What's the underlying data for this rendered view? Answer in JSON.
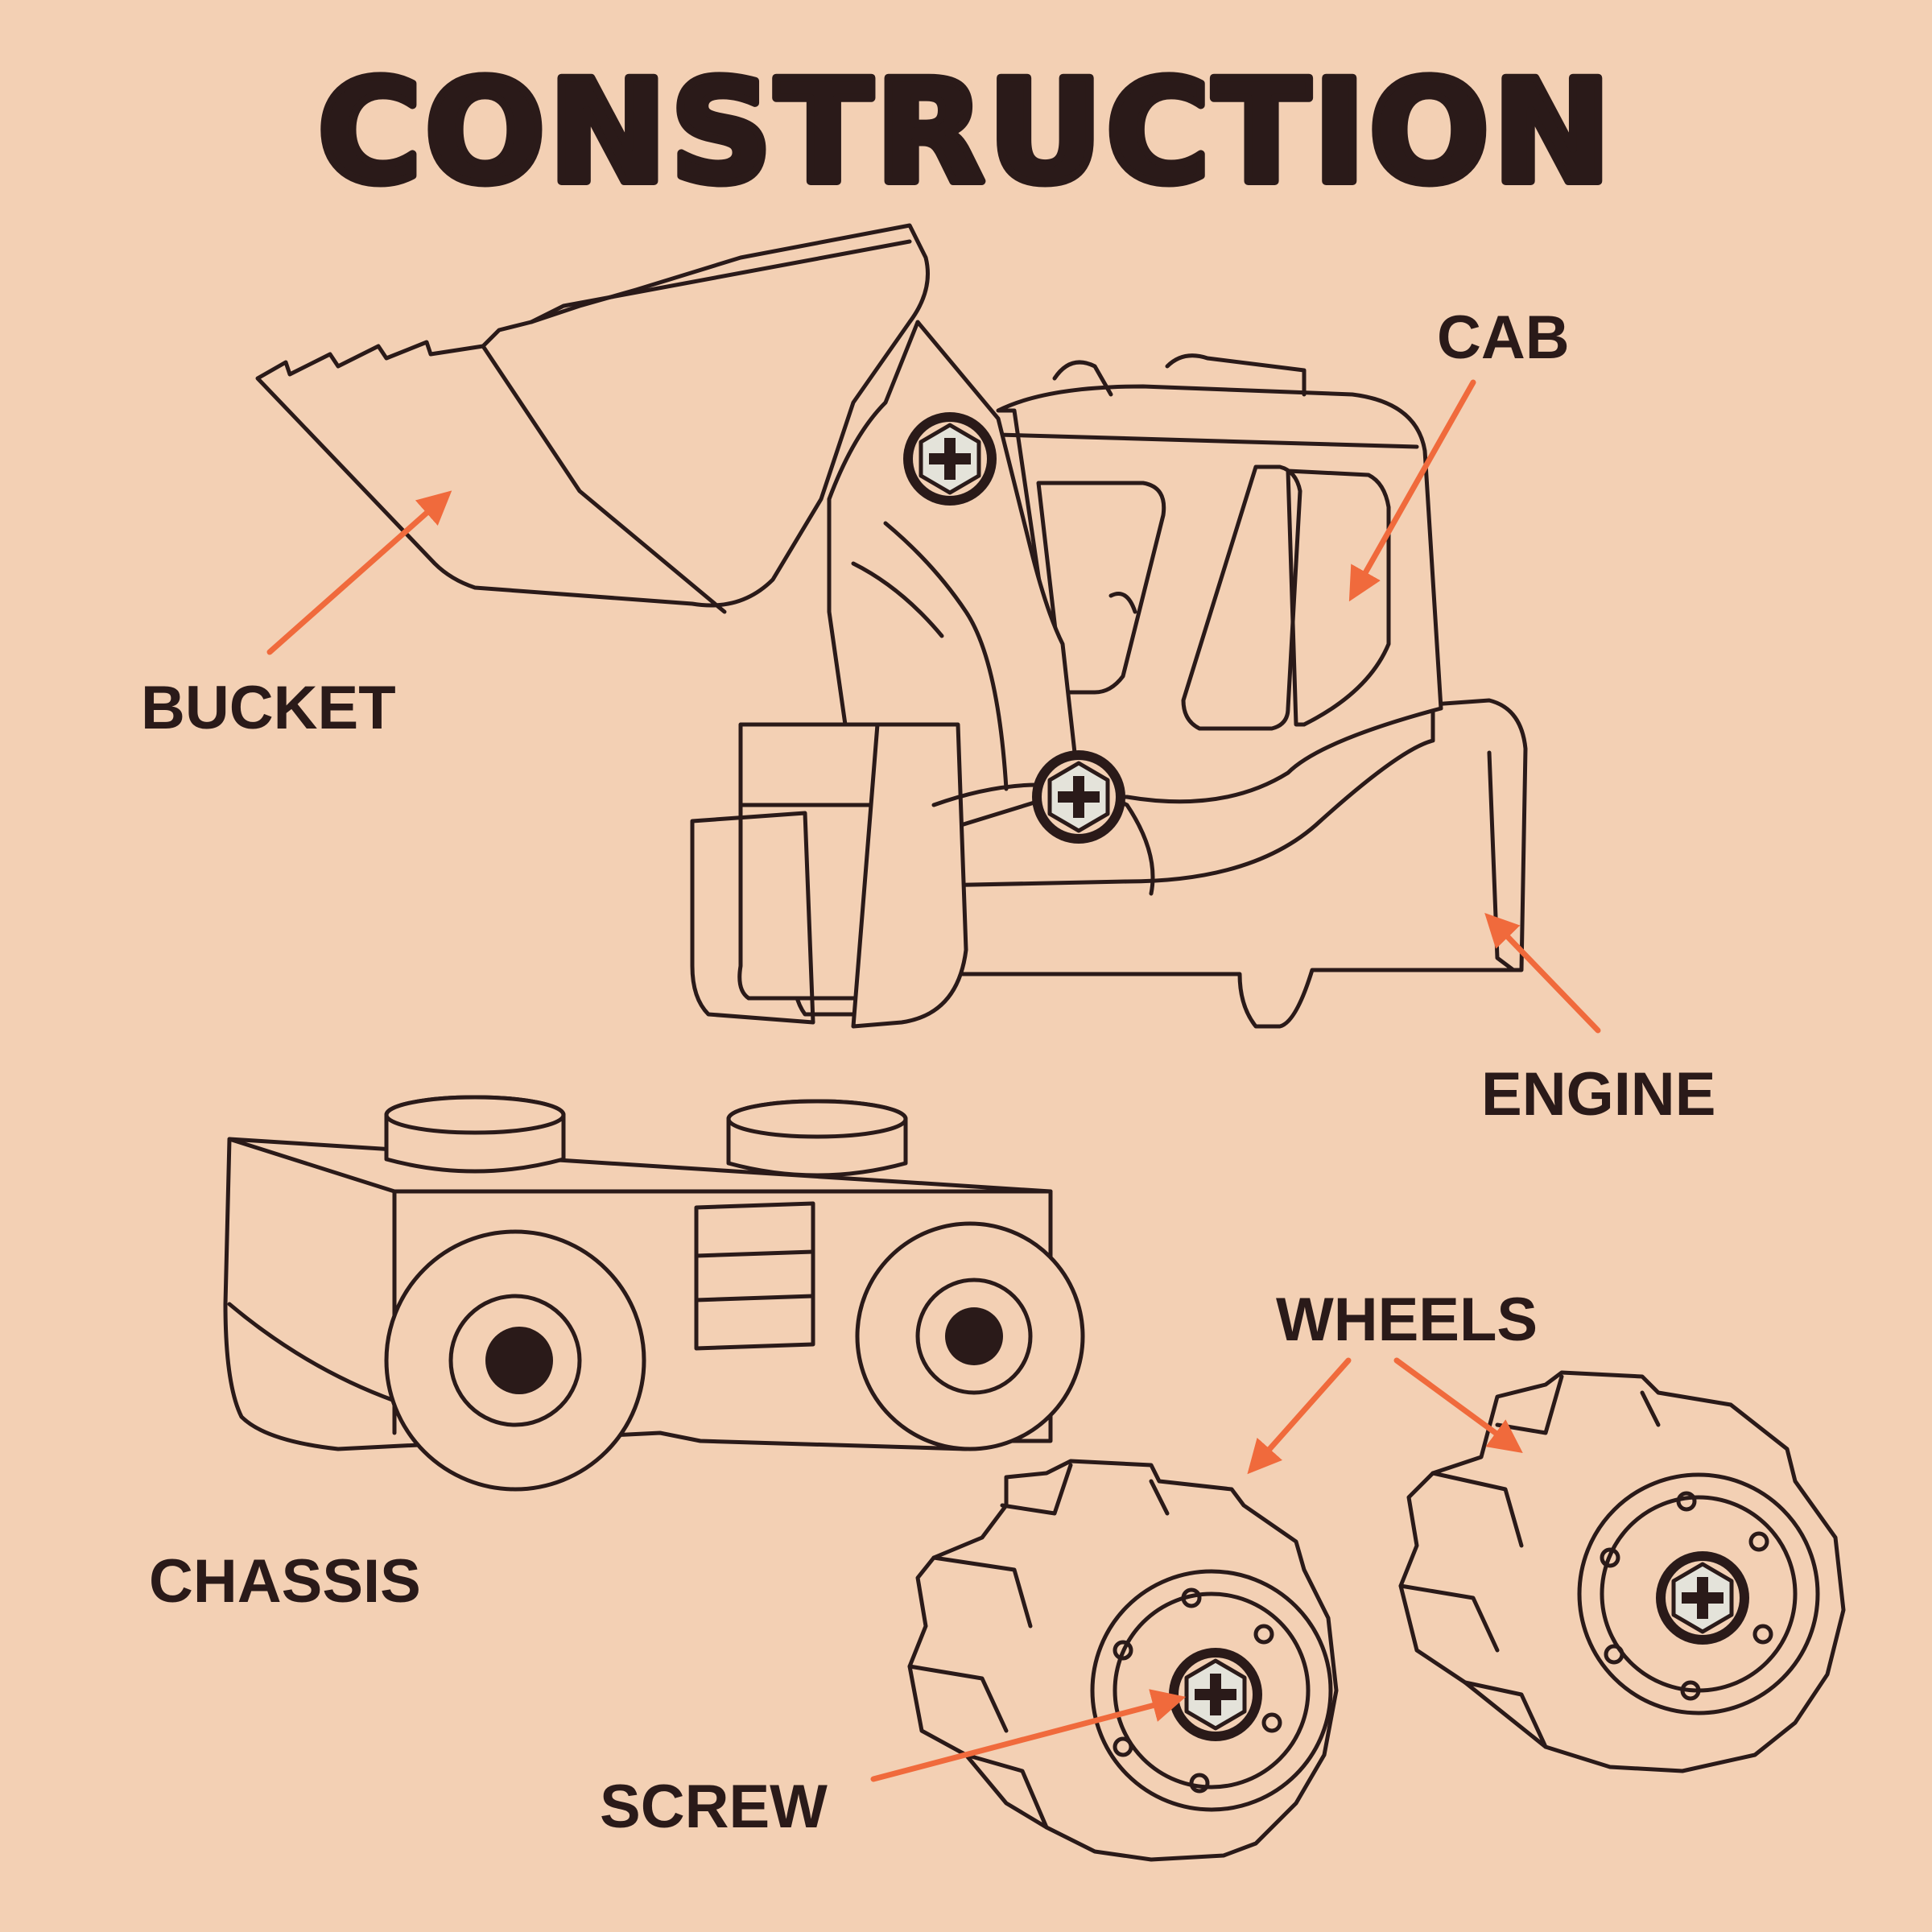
{
  "title": "CONSTRUCTION",
  "labels": {
    "bucket": "BUCKET",
    "cab": "CAB",
    "engine": "ENGINE",
    "chassis": "CHASSIS",
    "wheels": "WHEELS",
    "screw": "SCREW"
  },
  "colors": {
    "background": "#f3d0b4",
    "ink": "#2a1a19",
    "arrow": "#f06a3c",
    "screw": "#e4e3da"
  }
}
